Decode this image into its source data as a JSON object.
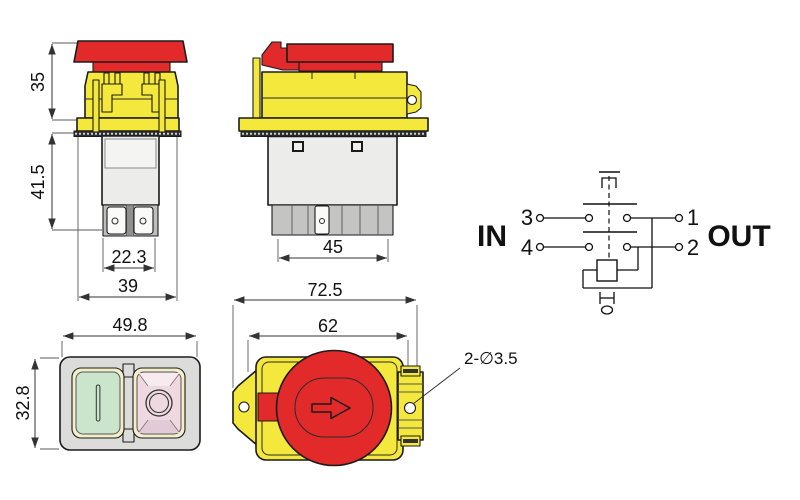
{
  "drawing": {
    "front_view": {
      "dim_cap_height": "35",
      "dim_body_height": "41.5",
      "dim_terminal_width": "22.3",
      "dim_overall_width": "39"
    },
    "side_view": {
      "dim_width": "45"
    },
    "top_view": {
      "dim_overall_width": "72.5",
      "dim_body_width": "62",
      "hole_callout": "2-∅3.5"
    },
    "button_view": {
      "dim_width": "49.8",
      "dim_height": "32.8"
    },
    "circuit_diagram": {
      "label_in": "IN",
      "label_out": "OUT",
      "terminal_3": "3",
      "terminal_4": "4",
      "terminal_1": "1",
      "terminal_2": "2"
    }
  },
  "colors": {
    "red": "#e22a2b",
    "yellow": "#f5e83d",
    "button_green": "#cbe5cd",
    "button_pink": "#eed9e1",
    "button_ring": "#f2eec9",
    "housing_grey": "#dcdcda",
    "body_grey": "#ececea",
    "gasket_dark": "#2e2e2e",
    "outline": "#1b1b1b"
  }
}
